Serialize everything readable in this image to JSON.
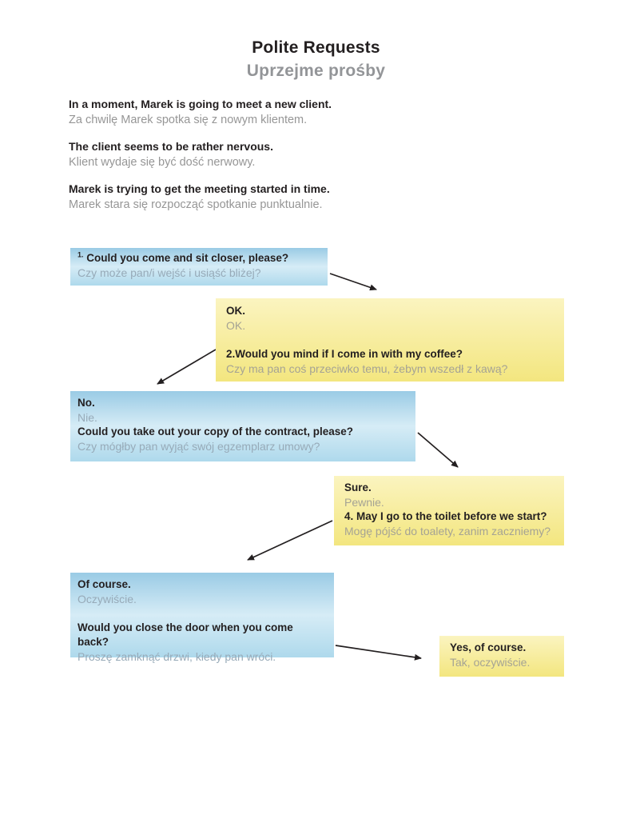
{
  "page": {
    "title": "Polite Requests",
    "subtitle": "Uprzejme prośby"
  },
  "intro": [
    {
      "en": "In a moment, Marek is going to meet a new client.",
      "pl": "Za chwilę Marek spotka się z nowym klientem."
    },
    {
      "en": "The client seems to be rather nervous.",
      "pl": "Klient wydaje się być dość nerwowy."
    },
    {
      "en": "Marek is trying to get the meeting started in time.",
      "pl": "Marek stara się rozpocząć spotkanie punktualnie."
    }
  ],
  "boxes": [
    {
      "speaker": "marek",
      "color": "blue",
      "number": "1.",
      "en1": "Could you come and sit closer, please?",
      "pl1": "Czy może pan/i wejść i usiąść bliżej?"
    },
    {
      "speaker": "client",
      "color": "yellow",
      "en1": "OK.",
      "pl1": "OK.",
      "en2": "2.Would you mind if I come in with my coffee?",
      "pl2": "Czy ma pan coś przeciwko temu, żebym wszedł z kawą?"
    },
    {
      "speaker": "marek",
      "color": "blue",
      "en1": "No.",
      "pl1": "Nie.",
      "en2": "Could you take out your copy of the contract, please?",
      "pl2": "Czy mógłby pan wyjąć swój egzemplarz umowy?"
    },
    {
      "speaker": "client",
      "color": "yellow",
      "en1": "Sure.",
      "pl1": "Pewnie.",
      "en2": "4. May I go to the toilet before we start?",
      "pl2": "Mogę pójść do toalety, zanim zaczniemy?"
    },
    {
      "speaker": "marek",
      "color": "blue",
      "en1": "Of course.",
      "pl1": "Oczywiście.",
      "en2": "Would you close the door when you come back?",
      "pl2": "Proszę zamknąć drzwi, kiedy pan wróci."
    },
    {
      "speaker": "client",
      "color": "yellow",
      "en1": "Yes, of course.",
      "pl1": "Tak, oczywiście."
    }
  ],
  "colors": {
    "blue_box_top": "#9acbe5",
    "blue_box_bottom": "#aed9ec",
    "yellow_box_top": "#fbf4c0",
    "yellow_box_bottom": "#f3e67f",
    "english_text": "#231f20",
    "polish_text_gray": "#969696",
    "subtitle_gray": "#939598",
    "arrow": "#231f20"
  }
}
